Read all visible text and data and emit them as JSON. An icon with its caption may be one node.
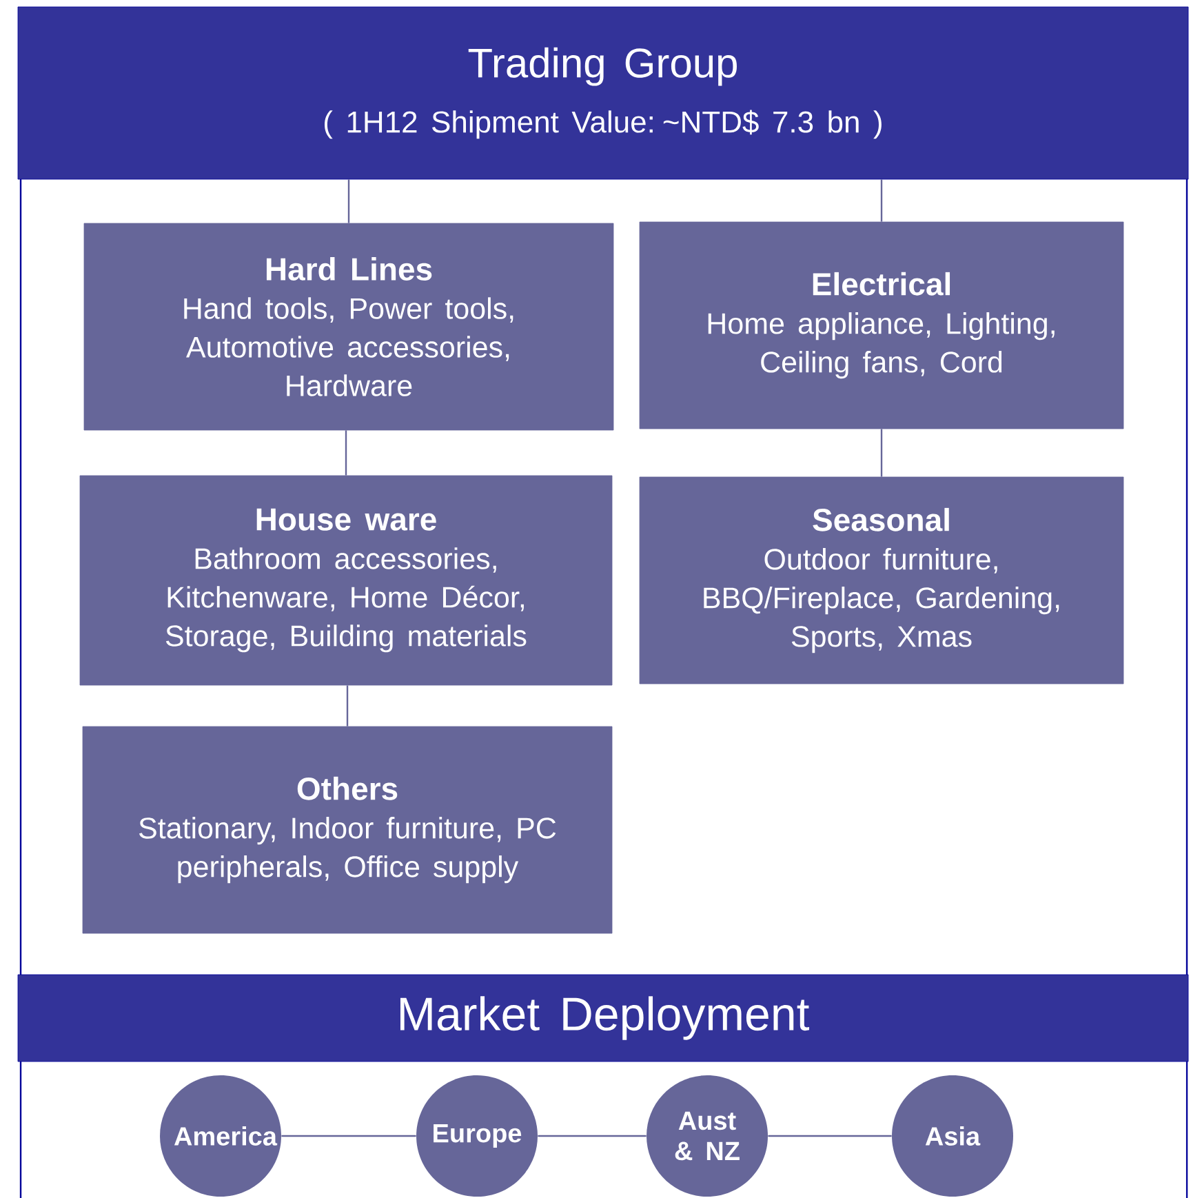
{
  "diagram": {
    "nodes": [
      {
        "text": [
          "Trading Group",
          "( 1H12 Shipment Value: ~NTD$ 7.3 bn )"
        ]
      },
      {
        "text": [
          "Hard Lines",
          "Hand tools, Power tools, Automotive accessories, Hardware"
        ]
      },
      {
        "text": [
          "Electrical",
          "Home appliance, Lighting, Ceiling fans, Cord"
        ]
      },
      {
        "text": [
          "House ware",
          "Bathroom accessories, Kitchenware, Home Décor, Storage, Building materials"
        ]
      },
      {
        "text": [
          "Seasonal",
          "Outdoor furniture, BBQ/Fireplace, Gardening, Sports, Xmas"
        ]
      },
      {
        "text": [
          "Others",
          "Stationary, Indoor furniture, PC peripherals, Office supply"
        ]
      },
      {
        "text": [
          "Market Deployment"
        ]
      },
      {
        "text": [
          "America"
        ]
      },
      {
        "text": [
          "Europe"
        ]
      },
      {
        "text": [
          "Aust & NZ"
        ]
      },
      {
        "text": [
          "Asia"
        ]
      }
    ],
    "edges": [
      {
        "from": 0,
        "to": 1,
        "arrow": "none"
      },
      {
        "from": 0,
        "to": 2,
        "arrow": "none"
      },
      {
        "from": 1,
        "to": 3,
        "arrow": "none"
      },
      {
        "from": 3,
        "to": 5,
        "arrow": "none"
      },
      {
        "from": 2,
        "to": 4,
        "arrow": "none"
      },
      {
        "from": 7,
        "to": 8,
        "arrow": "none"
      },
      {
        "from": 8,
        "to": 9,
        "arrow": "none"
      },
      {
        "from": 9,
        "to": 10,
        "arrow": "none"
      }
    ]
  }
}
